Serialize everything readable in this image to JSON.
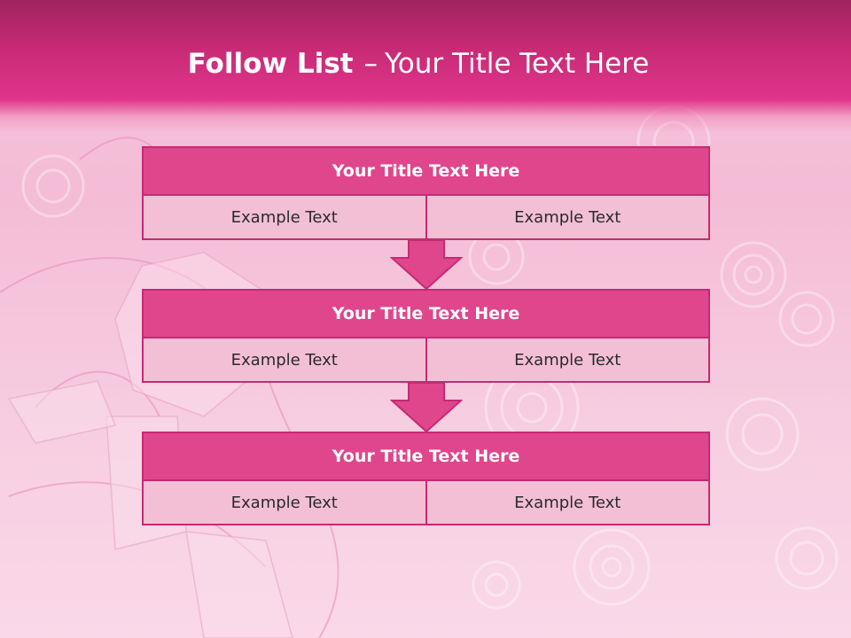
{
  "slide": {
    "title_bold": "Follow List",
    "title_dash": "–",
    "title_rest": "Your Title Text Here"
  },
  "steps": [
    {
      "title": "Your Title Text Here",
      "left": "Example Text",
      "right": "Example Text"
    },
    {
      "title": "Your Title Text Here",
      "left": "Example Text",
      "right": "Example Text"
    },
    {
      "title": "Your Title Text Here",
      "left": "Example Text",
      "right": "Example Text"
    }
  ],
  "colors": {
    "header_dark": "#a0245f",
    "header_pink": "#e0358a",
    "box_title_fill": "#e0468b",
    "box_cell_fill": "#f3bfd4",
    "box_border": "#c62a73",
    "arrow_fill": "#e0468b"
  },
  "icons": {
    "arrow": "down-arrow-icon"
  }
}
